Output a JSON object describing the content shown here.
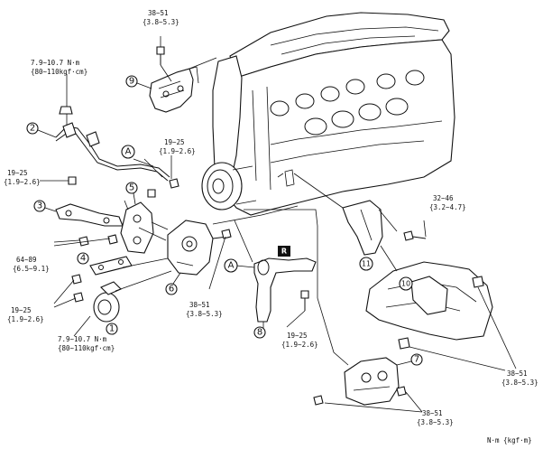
{
  "torques": {
    "t_top_bolt_a": "38~51",
    "t_top_bolt_b": "{3.8~5.3}",
    "t_left_nut_a": "7.9~10.7 N·m",
    "t_left_nut_b": "{80~110kgf·cm}",
    "t_mid_a": "19~25",
    "t_mid_b": "{1.9~2.6}",
    "t_left_a": "19~25",
    "t_left_b": "{1.9~2.6}",
    "t_right_a": "32~46",
    "t_right_b": "{3.2~4.7}",
    "t_bracket_a": "64~89",
    "t_bracket_b": "{6.5~9.1}",
    "t_lower_left_a": "19~25",
    "t_lower_left_b": "{1.9~2.6}",
    "t_bottom_left_a": "7.9~10.7 N·m",
    "t_bottom_left_b": "{80~110kgf·cm}",
    "t_center_a": "38~51",
    "t_center_b": "{3.8~5.3}",
    "t_pipe_a": "19~25",
    "t_pipe_b": "{1.9~2.6}",
    "t_lower_right_a": "38~51",
    "t_lower_right_b": "{3.8~5.3}",
    "t_bottom_a": "38~51",
    "t_bottom_b": "{3.8~5.3}"
  },
  "callouts": {
    "n1": "1",
    "n2": "2",
    "n3": "3",
    "n4": "4",
    "n5": "5",
    "n6": "6",
    "n7": "7",
    "n8": "8",
    "n9": "9",
    "n10": "10",
    "n11": "11"
  },
  "markers": {
    "a1": "A",
    "a2": "A",
    "r": "R"
  },
  "unit_note": "N·m {kgf·m}"
}
